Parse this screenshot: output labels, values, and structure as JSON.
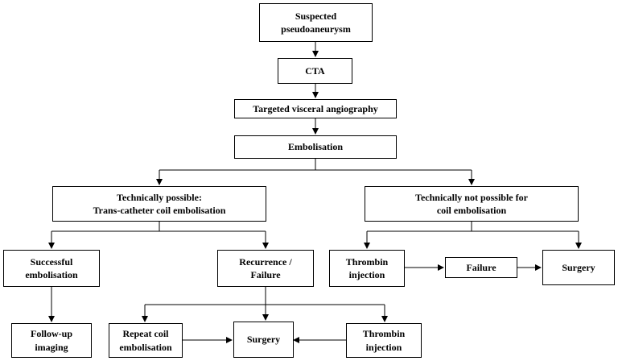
{
  "nodes": {
    "suspected": {
      "lines": [
        "Suspected",
        "pseudoaneurysm"
      ]
    },
    "cta": {
      "lines": [
        "CTA"
      ]
    },
    "targeted": {
      "lines": [
        "Targeted visceral angiography"
      ]
    },
    "embolisation": {
      "lines": [
        "Embolisation"
      ]
    },
    "tech_possible": {
      "lines": [
        "Technically possible:",
        "Trans-catheter coil embolisation"
      ]
    },
    "tech_not": {
      "lines": [
        "Technically not possible for",
        "coil embolisation"
      ]
    },
    "successful": {
      "lines": [
        "Successful",
        "embolisation"
      ]
    },
    "recurrence": {
      "lines": [
        "Recurrence /",
        "Failure"
      ]
    },
    "thrombin1": {
      "lines": [
        "Thrombin",
        "injection"
      ]
    },
    "failure": {
      "lines": [
        "Failure"
      ]
    },
    "surgery1": {
      "lines": [
        "Surgery"
      ]
    },
    "followup": {
      "lines": [
        "Follow-up",
        "imaging"
      ]
    },
    "repeat": {
      "lines": [
        "Repeat coil",
        "embolisation"
      ]
    },
    "surgery2": {
      "lines": [
        "Surgery"
      ]
    },
    "thrombin2": {
      "lines": [
        "Thrombin",
        "injection"
      ]
    }
  },
  "colors": {
    "line": "#000000",
    "box_border": "#000000",
    "background": "#ffffff"
  }
}
